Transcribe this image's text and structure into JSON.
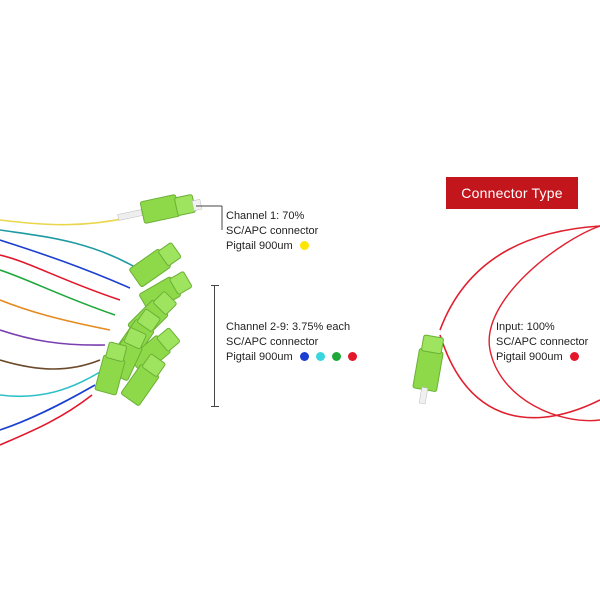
{
  "connector_badge": "Connector Type",
  "channel1": {
    "line1": "Channel 1: 70%",
    "line2": "SC/APC connector",
    "line3": "Pigtail 900um",
    "dot_colors": [
      "#ffe500"
    ]
  },
  "channel2_9": {
    "line1": "Channel 2-9: 3.75% each",
    "line2": "SC/APC connector",
    "line3": "Pigtail 900um",
    "dot_colors": [
      "#1b3fd0",
      "#39d6e0",
      "#1ea83b",
      "#e3162a"
    ]
  },
  "input": {
    "line1": "Input: 100%",
    "line2": "SC/APC connector",
    "line3": "Pigtail 900um",
    "dot_colors": [
      "#e3162a"
    ]
  },
  "colors": {
    "badge_bg": "#c3161c",
    "connector_green": "#8dd94a",
    "fiber_red": "#e0202e"
  }
}
